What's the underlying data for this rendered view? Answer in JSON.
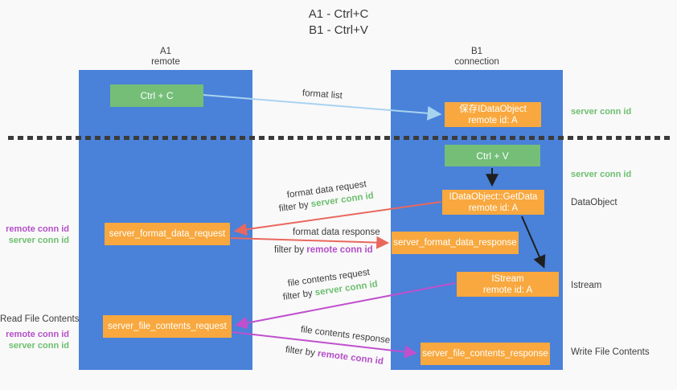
{
  "title": {
    "line1": "A1 - Ctrl+C",
    "line2": "B1 - Ctrl+V"
  },
  "lanes": {
    "left": {
      "name": "A1",
      "subtitle": "remote"
    },
    "right": {
      "name": "B1",
      "subtitle": "connection"
    }
  },
  "nodes": {
    "ctrl_c": {
      "label": "Ctrl + C"
    },
    "save_idataobject": {
      "line1": "保存IDataObject",
      "line2": "remote id: A"
    },
    "ctrl_v": {
      "label": "Ctrl + V"
    },
    "getdata": {
      "line1": "IDataObject::GetData",
      "line2": "remote id: A"
    },
    "format_request": {
      "label": "server_format_data_request"
    },
    "format_response": {
      "label": "server_format_data_response"
    },
    "istream": {
      "line1": "IStream",
      "line2": "remote id: A"
    },
    "file_request": {
      "label": "server_file_contents_request"
    },
    "file_response": {
      "label": "server_file_contents_response"
    }
  },
  "edges": {
    "format_list": {
      "label": "format list"
    },
    "format_data_request": {
      "label": "format data request",
      "filter_prefix": "filter by ",
      "filter_key": "server conn id"
    },
    "format_data_response": {
      "label": "format data response",
      "filter_prefix": "filter by ",
      "filter_key": "remote conn id"
    },
    "file_contents_request": {
      "label": "file contents request",
      "filter_prefix": "filter by ",
      "filter_key": "server conn id"
    },
    "file_contents_response": {
      "label": "file contents response",
      "filter_prefix": "filter by ",
      "filter_key": "remote conn id"
    }
  },
  "side_labels": {
    "right_server_conn_id_1": "server conn id",
    "right_server_conn_id_2": "server conn id",
    "right_dataobject": "DataObject",
    "right_istream": "Istream",
    "right_write_file_contents": "Write File Contents",
    "left_remote_conn_id_1": "remote conn id",
    "left_server_conn_id_1": "server conn id",
    "left_read_file_contents": "Read File Contents",
    "left_remote_conn_id_2": "remote conn id",
    "left_server_conn_id_2": "server conn id"
  },
  "colors": {
    "lane_blue": "#4a81d9",
    "node_orange": "#f8a83e",
    "node_green": "#74be78",
    "arrow_light_blue": "#a8d3f0",
    "arrow_red": "#e9685e",
    "arrow_magenta": "#c050ce",
    "arrow_black": "#1f1f1f",
    "text_green": "#6dbf70",
    "text_purple": "#b44fc8"
  }
}
